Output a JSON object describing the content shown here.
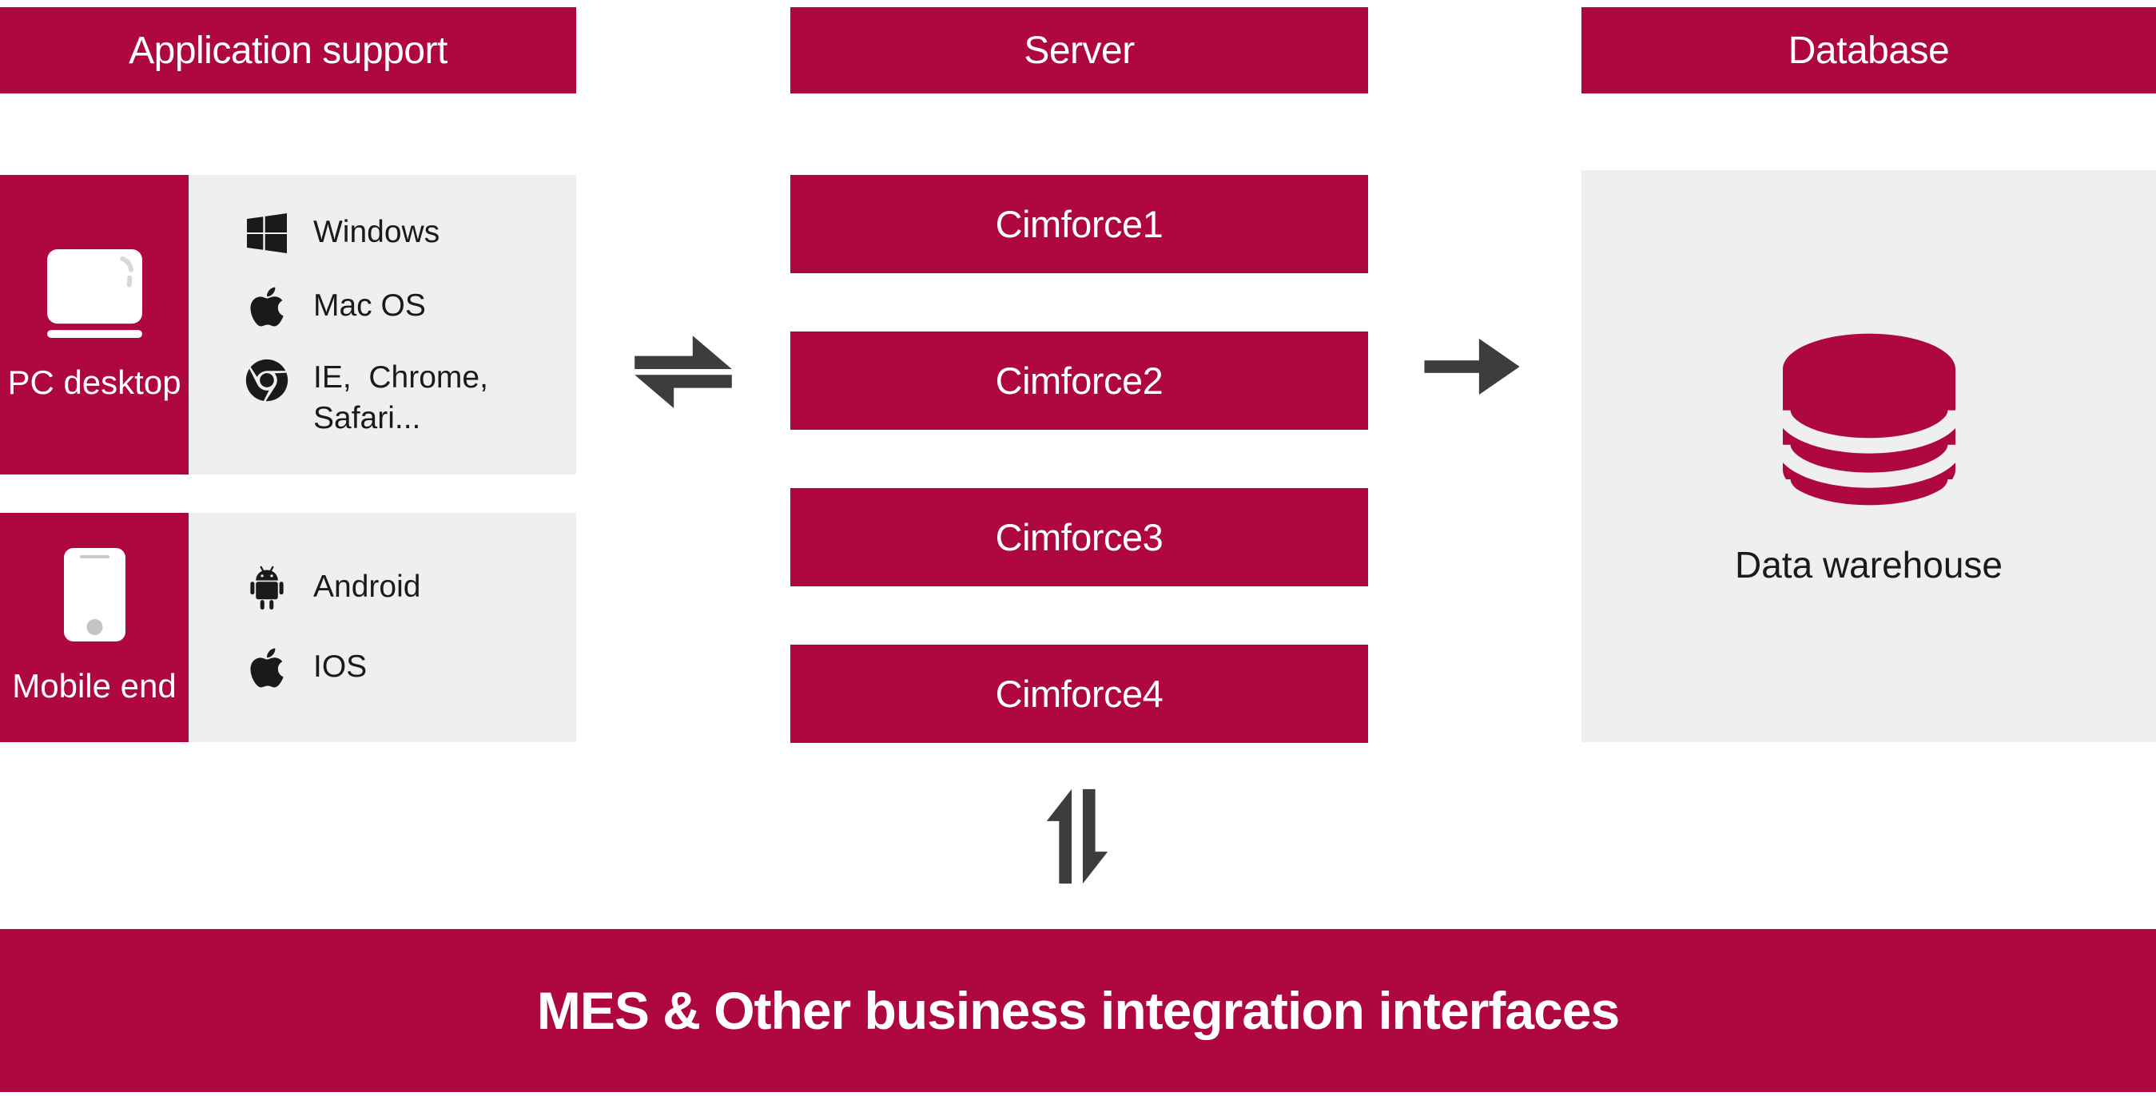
{
  "colors": {
    "accent": "#AE0741",
    "panel": "#EFEFEF",
    "arrow": "#3D3D3D",
    "ink": "#1A1A1A",
    "on_accent": "#FFFFFF"
  },
  "headers": {
    "application": "Application support",
    "server": "Server",
    "database": "Database"
  },
  "application": {
    "pc": {
      "label": "PC desktop",
      "icon": "desktop-icon",
      "platforms": [
        {
          "icon": "windows-icon",
          "label": "Windows"
        },
        {
          "icon": "apple-icon",
          "label": "Mac OS"
        },
        {
          "icon": "chrome-icon",
          "label": [
            "IE,  Chrome,",
            "Safari..."
          ]
        }
      ]
    },
    "mobile": {
      "label": "Mobile end",
      "icon": "mobile-icon",
      "platforms": [
        {
          "icon": "android-icon",
          "label": "Android"
        },
        {
          "icon": "apple-icon",
          "label": "IOS"
        }
      ]
    }
  },
  "server": {
    "nodes": [
      "Cimforce1",
      "Cimforce2",
      "Cimforce3",
      "Cimforce4"
    ]
  },
  "database": {
    "icon": "database-icon",
    "label": "Data warehouse"
  },
  "footer": {
    "label": "MES & Other business integration interfaces"
  },
  "icons": {
    "desktop-icon": "white rounded monitor with stand bar",
    "mobile-icon": "white rounded smartphone with speaker and home button",
    "windows-icon": "windows four-pane flag logo",
    "apple-icon": "apple logo silhouette",
    "chrome-icon": "chrome browser wheel logo",
    "android-icon": "android robot with antennas, arms and legs",
    "database-icon": "crimson database cylinder with three stripes",
    "exchange-arrows-icon": "horizontal two-way harpoon arrows",
    "arrow-right-icon": "solid right arrow",
    "vertical-exchange-arrows-icon": "vertical two-way harpoon arrows"
  }
}
